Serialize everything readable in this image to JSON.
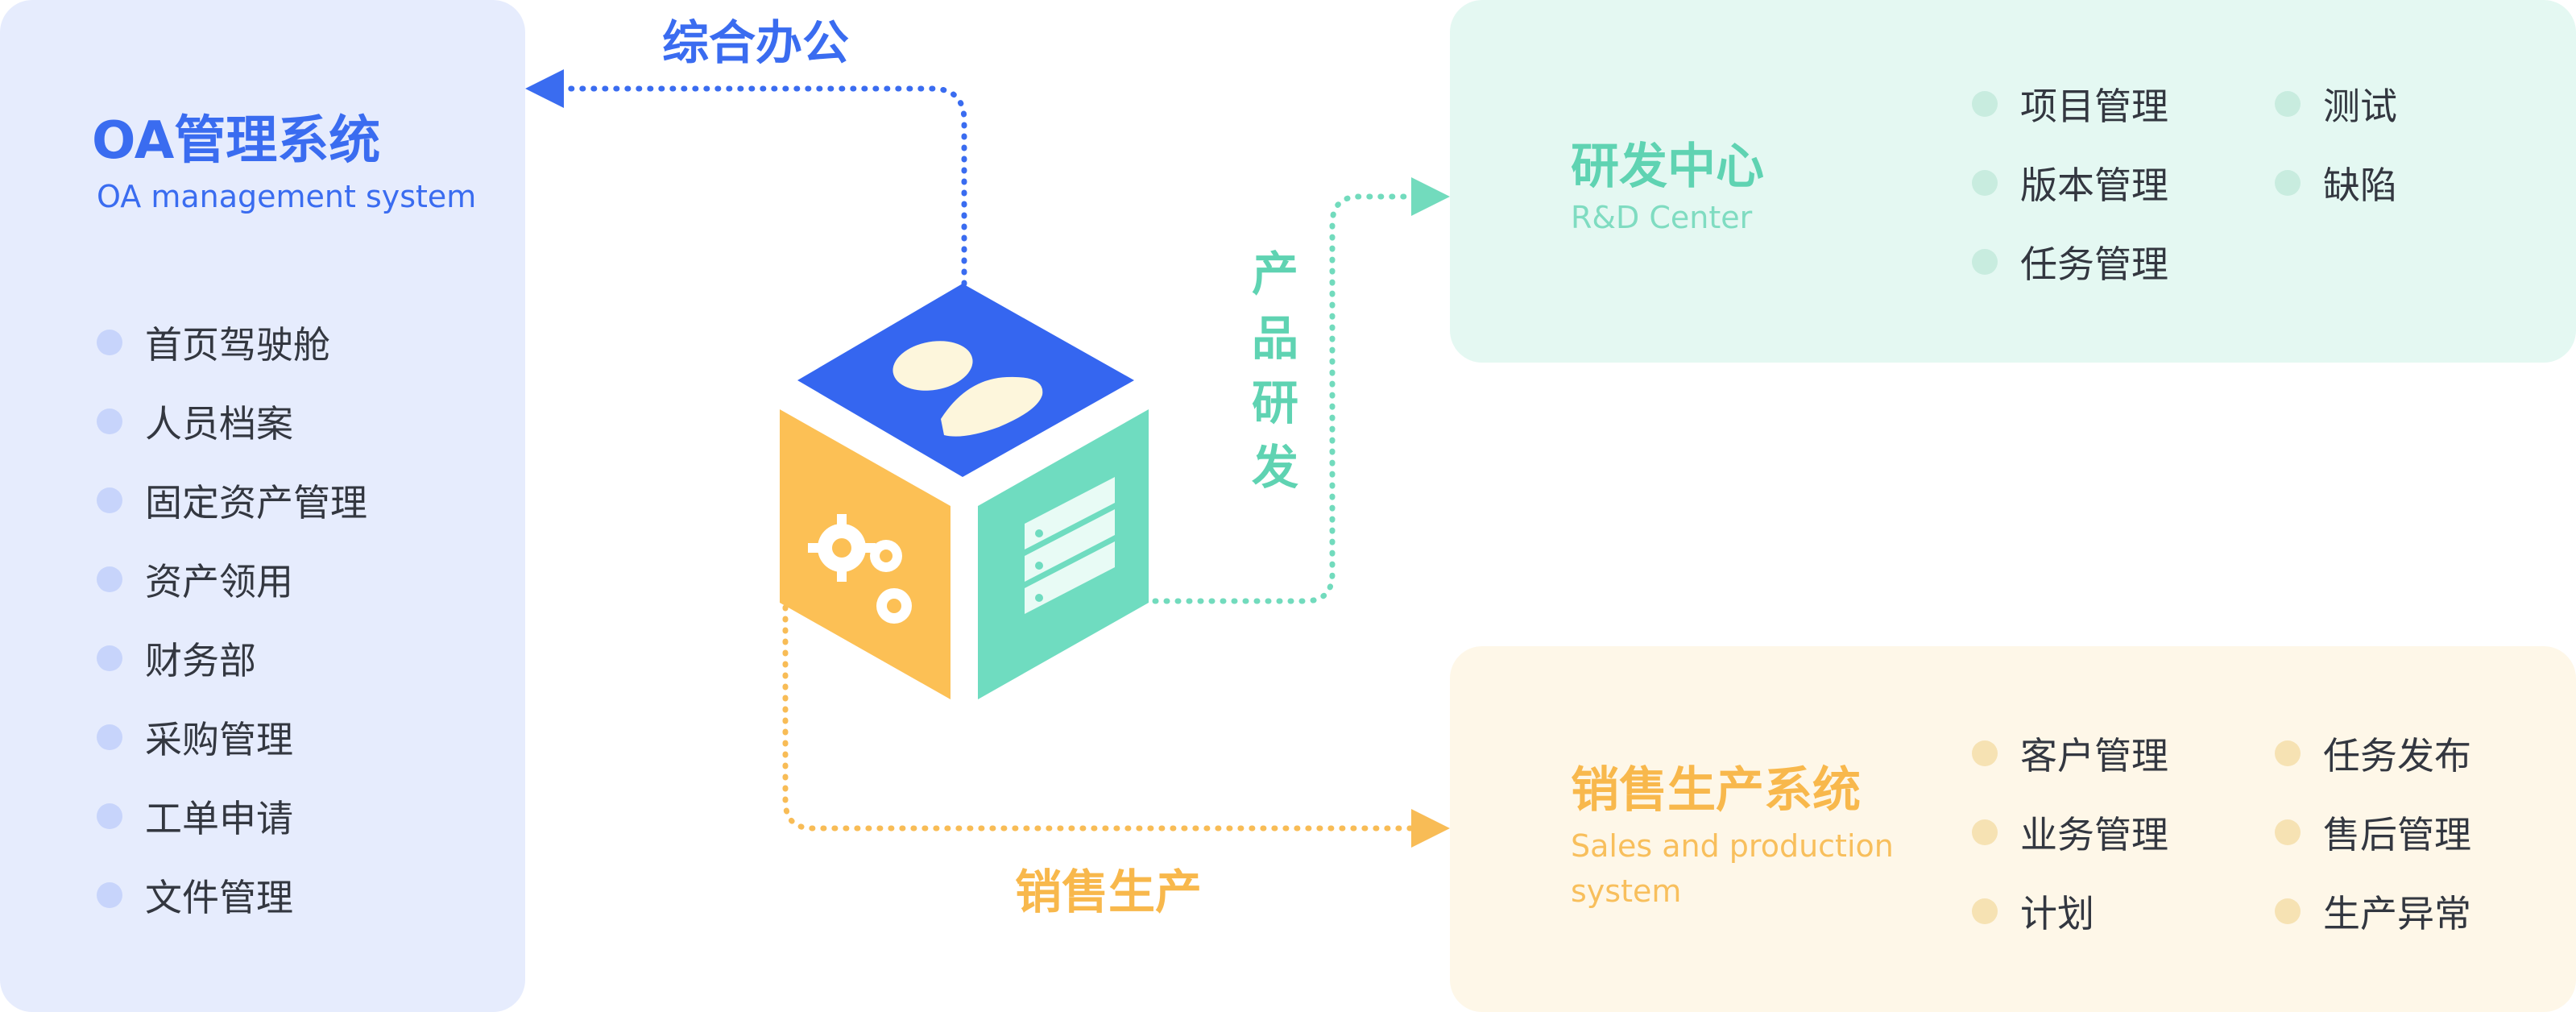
{
  "oa": {
    "title": "OA管理系统",
    "subtitle": "OA management system",
    "items": [
      "首页驾驶舱",
      "人员档案",
      "固定资产管理",
      "资产领用",
      "财务部",
      "采购管理",
      "工单申请",
      "文件管理"
    ]
  },
  "rd": {
    "title": "研发中心",
    "subtitle": "R&D Center",
    "col1": [
      "项目管理",
      "版本管理",
      "任务管理"
    ],
    "col2": [
      "测试",
      "缺陷"
    ]
  },
  "sales": {
    "title": "销售生产系统",
    "subtitle": "Sales and production system",
    "col1": [
      "客户管理",
      "业务管理",
      "计划"
    ],
    "col2": [
      "任务发布",
      "售后管理",
      "生产异常"
    ]
  },
  "connectors": {
    "office": "综合办公",
    "rd": [
      "产",
      "品",
      "研",
      "发"
    ],
    "sales": "销售生产"
  },
  "colors": {
    "blue": "#3a6cf0",
    "green": "#5fd3b2",
    "orange": "#f8b84c"
  }
}
